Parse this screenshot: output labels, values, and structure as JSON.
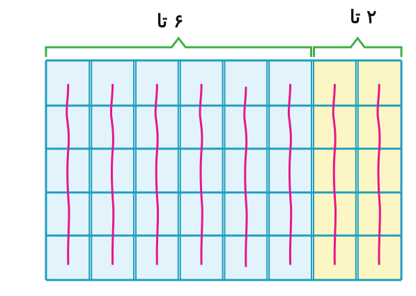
{
  "groups": [
    {
      "label": "۶ تا",
      "columns": 6,
      "fill": "#e3f3fb",
      "bracket_color": "#3cb043"
    },
    {
      "label": "۲ تا",
      "columns": 2,
      "fill": "#fbf6c4",
      "bracket_color": "#3cb043"
    }
  ],
  "grid": {
    "rows": 5,
    "line_color": "#1e9ec0"
  },
  "strokes": {
    "color": "#e6168c",
    "count": 8
  }
}
